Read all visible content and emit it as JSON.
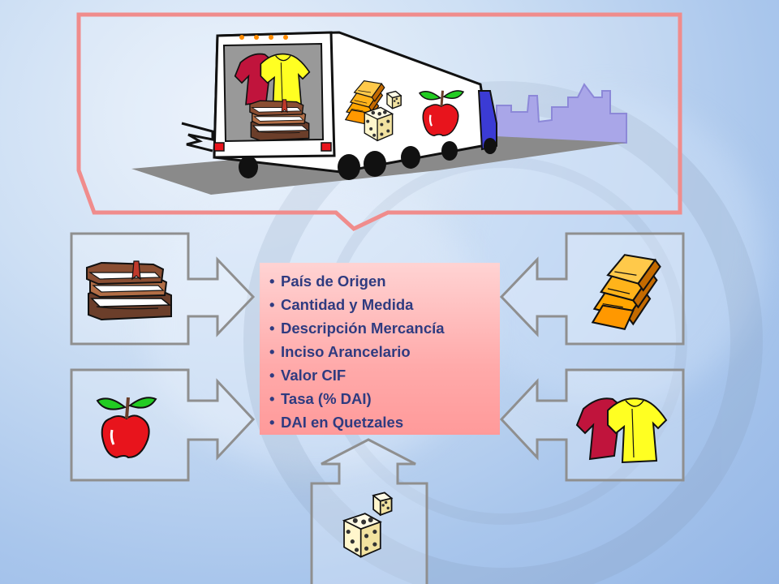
{
  "info_box": {
    "items": [
      "País de Origen",
      "Cantidad y Medida",
      "Descripción Mercancía",
      "Inciso Arancelario",
      "Valor CIF",
      "Tasa (% DAI)",
      "DAI en Quetzales"
    ]
  },
  "icons": {
    "truck": "truck-icon",
    "books": "books-icon",
    "gold_bars": "gold-bars-icon",
    "apple": "apple-icon",
    "clothing": "clothing-icon",
    "dice": "dice-icon"
  },
  "colors": {
    "callout_border": "#f08c8c",
    "arrow_border": "#8f8f8f",
    "box_fill": "#ffaaaa",
    "text": "#2f3b80"
  }
}
